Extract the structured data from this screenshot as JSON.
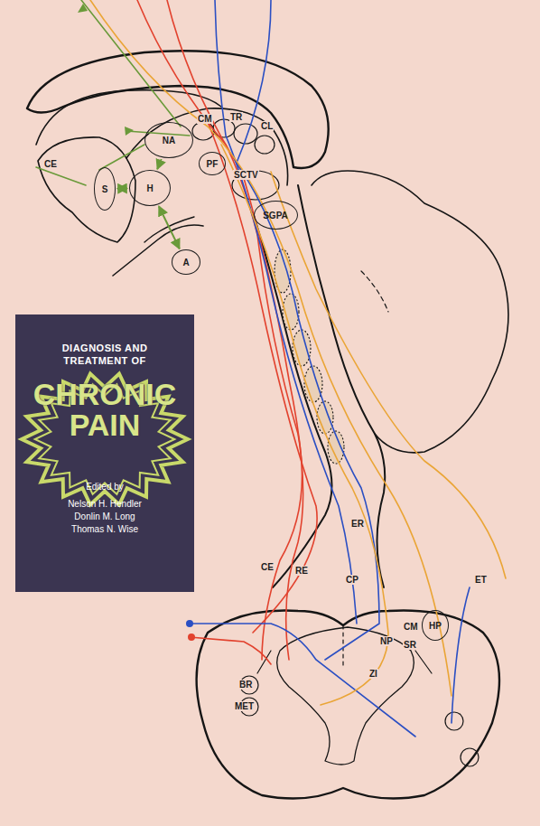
{
  "diagram": {
    "nodes": [
      {
        "text": [
          "DIAGNOSIS AND TREATMENT OF",
          "CHRONIC PAIN",
          "Edited by",
          "Nelson H. Hendler",
          "Donlin M. Long",
          "Thomas N. Wise"
        ]
      },
      {
        "text": [
          "S"
        ]
      },
      {
        "text": [
          "H"
        ]
      },
      {
        "text": [
          "A"
        ]
      },
      {
        "text": [
          "NA"
        ]
      },
      {
        "text": [
          "PF"
        ]
      },
      {
        "text": [
          "SGPA"
        ]
      },
      {
        "text": [
          "HP"
        ]
      }
    ],
    "edges": [
      {
        "from": 1,
        "to": 2,
        "arrow": "both"
      },
      {
        "from": 2,
        "to": 3,
        "arrow": "both"
      },
      {
        "from": 4,
        "to": 2,
        "arrow": "to"
      }
    ],
    "labels": [
      "CE",
      "CM",
      "TR",
      "CL",
      "SCTV",
      "ER",
      "CE",
      "RE",
      "CP",
      "ET",
      "CM",
      "NP",
      "SR",
      "ZI",
      "BR",
      "MET"
    ]
  }
}
